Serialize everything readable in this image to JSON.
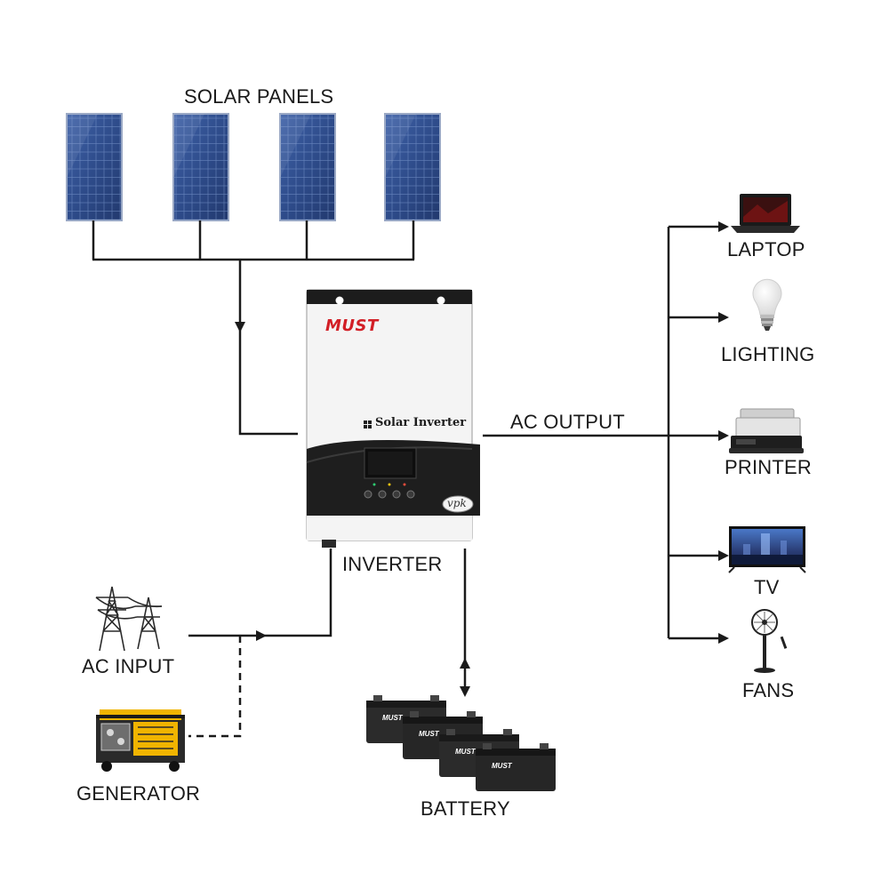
{
  "labels": {
    "solar_panels": "SOLAR PANELS",
    "inverter": "INVERTER",
    "ac_output": "AC OUTPUT",
    "ac_input": "AC INPUT",
    "generator": "GENERATOR",
    "battery": "BATTERY",
    "laptop": "LAPTOP",
    "lighting": "LIGHTING",
    "printer": "PRINTER",
    "tv": "TV",
    "fans": "FANS"
  },
  "inverter_face": {
    "brand": "MUST",
    "model": "Solar Inverter",
    "badge": "vpk"
  },
  "battery_brand": "MUST",
  "colors": {
    "line": "#1a1a1a",
    "brand_red": "#d21f26",
    "panel_blue": "#2f4d8c",
    "inverter_dark": "#1e1e1e",
    "inverter_body": "#f4f4f4"
  },
  "icons": [
    "solar-panel-icon",
    "inverter-icon",
    "power-tower-icon",
    "generator-icon",
    "battery-icon",
    "laptop-icon",
    "light-bulb-icon",
    "printer-icon",
    "tv-icon",
    "fan-icon"
  ]
}
